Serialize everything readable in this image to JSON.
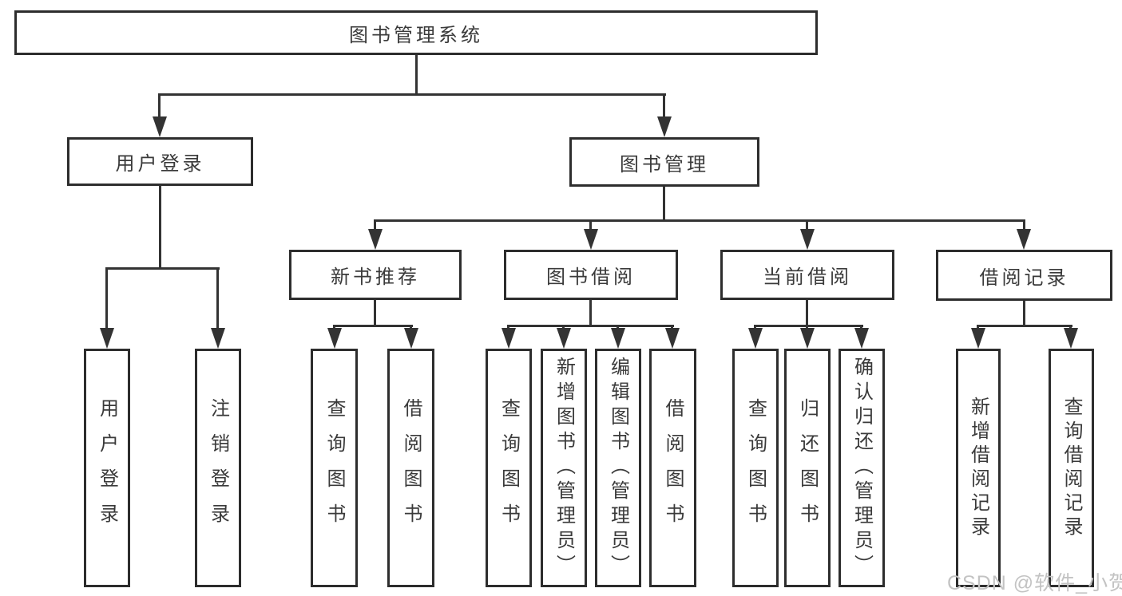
{
  "nodes": {
    "root": "图书管理系统",
    "user_login": "用户登录",
    "book_mgmt": "图书管理",
    "new_books": "新书推荐",
    "book_borrow": "图书借阅",
    "current_borrow": "当前借阅",
    "borrow_records": "借阅记录",
    "leaves": {
      "user_login": [
        "用户登录",
        "注销登录"
      ],
      "new_books": [
        "查询图书",
        "借阅图书"
      ],
      "book_borrow": [
        "查询图书",
        "新增图书（管理员）",
        "编辑图书（管理员）",
        "借阅图书"
      ],
      "current_borrow": [
        "查询图书",
        "归还图书",
        "确认归还（管理员）"
      ],
      "borrow_records": [
        "新增借阅记录",
        "查询借阅记录"
      ]
    }
  },
  "watermark": "CSDN @软件_小贺同学",
  "colors": {
    "background": "#ffffff",
    "box_fill": "#ffffff",
    "box_border": "#2d2d2d",
    "line": "#333333",
    "text": "#3a3a3a",
    "watermark": "#c3c3c3"
  }
}
